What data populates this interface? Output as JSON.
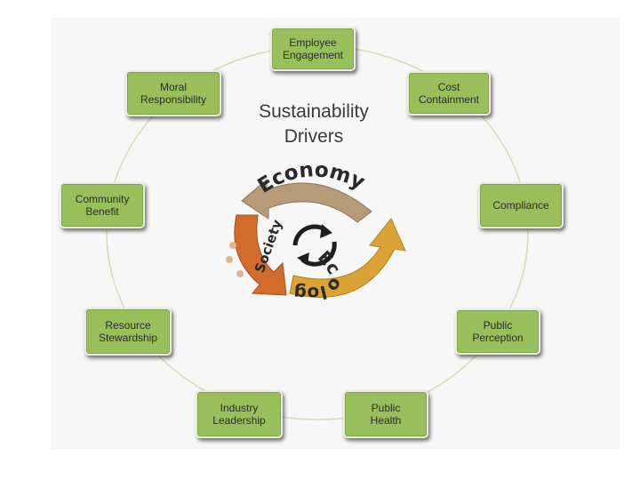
{
  "title": "Sustainability\nDrivers",
  "cycle": {
    "economy": "Economy",
    "society": "Society",
    "ecology": "Ecology"
  },
  "drivers": [
    "Employee\nEngagement",
    "Cost\nContainment",
    "Compliance",
    "Public\nPerception",
    "Public\nHealth",
    "Industry\nLeadership",
    "Resource\nStewardship",
    "Community\nBenefit",
    "Moral\nResponsibility"
  ],
  "colors": {
    "box_fill": "#98bf5a",
    "economy_arrow": "#b79b79",
    "society_arrow": "#d26b2b",
    "ecology_arrow": "#dba235",
    "ring_line": "#cfe0b8"
  }
}
